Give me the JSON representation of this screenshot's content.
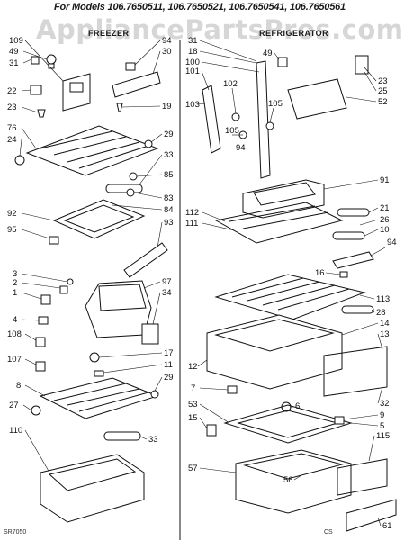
{
  "header": {
    "models_text": "For Models 106.7650511, 106.7650521, 106.7650541, 106.7650561",
    "watermark": "AppliancePartsPros.com"
  },
  "sections": {
    "freezer": "FREEZER",
    "refrigerator": "REFRIGERATOR"
  },
  "diagram_code": "SR7050",
  "corner_mark": "CS",
  "callouts": {
    "c109": "109",
    "c49a": "49",
    "c31a": "31",
    "c22": "22",
    "c23a": "23",
    "c94a": "94",
    "c30": "30",
    "c19": "19",
    "c76": "76",
    "c24": "24",
    "c29a": "29",
    "c33a": "33",
    "c85": "85",
    "c83": "83",
    "c84": "84",
    "c92": "92",
    "c95": "95",
    "c93": "93",
    "c3": "3",
    "c2": "2",
    "c1": "1",
    "c4": "4",
    "c108": "108",
    "c107": "107",
    "c97": "97",
    "c34": "34",
    "c17": "17",
    "c11": "11",
    "c29b": "29",
    "c8": "8",
    "c27": "27",
    "c110": "110",
    "c33b": "33",
    "c31b": "31",
    "c18": "18",
    "c100": "100",
    "c101": "101",
    "c102": "102",
    "c103": "103",
    "c105a": "105",
    "c105b": "105",
    "c94b": "94",
    "c49b": "49",
    "c23b": "23",
    "c25": "25",
    "c52": "52",
    "c91": "91",
    "c112": "112",
    "c111": "111",
    "c21": "21",
    "c26": "26",
    "c10": "10",
    "c94c": "94",
    "c16": "16",
    "c113": "113",
    "c28": "28",
    "c14": "14",
    "c13": "13",
    "c12": "12",
    "c7": "7",
    "c6": "6",
    "c32": "32",
    "c53": "53",
    "c15": "15",
    "c9": "9",
    "c5": "5",
    "c115": "115",
    "c57": "57",
    "c56": "56",
    "c61": "61"
  }
}
